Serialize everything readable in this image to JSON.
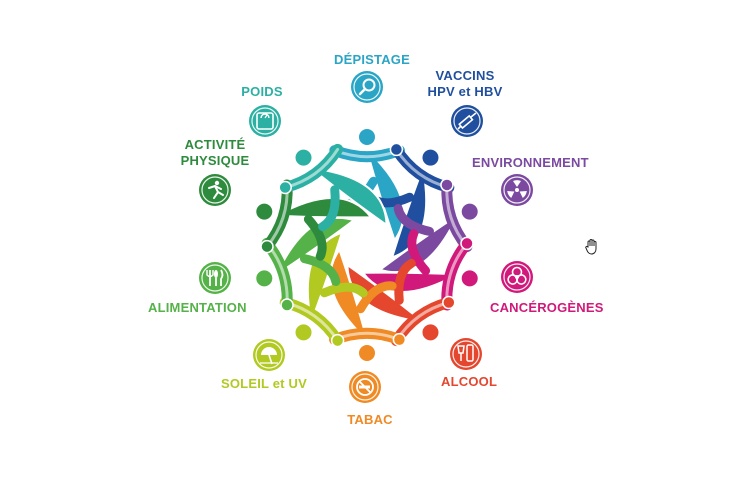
{
  "categories": [
    {
      "key": "depistage",
      "label": [
        "DÉPISTAGE"
      ],
      "color": "#2aa5c6",
      "icon": "magnifier-icon"
    },
    {
      "key": "vaccins",
      "label": [
        "VACCINS",
        "HPV et HBV"
      ],
      "color": "#1f4f9e",
      "icon": "syringe-icon"
    },
    {
      "key": "environnement",
      "label": [
        "ENVIRONNEMENT"
      ],
      "color": "#7b4aa0",
      "icon": "radiation-icon"
    },
    {
      "key": "cancerogenes",
      "label": [
        "CANCÉROGÈNES"
      ],
      "color": "#d0197a",
      "icon": "biohazard-icon"
    },
    {
      "key": "alcool",
      "label": [
        "ALCOOL"
      ],
      "color": "#e4462e",
      "icon": "wine-glass-icon"
    },
    {
      "key": "tabac",
      "label": [
        "TABAC"
      ],
      "color": "#f08a24",
      "icon": "no-smoking-icon"
    },
    {
      "key": "soleil",
      "label": [
        "SOLEIL et UV"
      ],
      "color": "#b2c922",
      "icon": "beach-umbrella-icon"
    },
    {
      "key": "alimentation",
      "label": [
        "ALIMENTATION"
      ],
      "color": "#55b248",
      "icon": "cutlery-icon"
    },
    {
      "key": "activite",
      "label": [
        "ACTIVITÉ",
        "PHYSIQUE"
      ],
      "color": "#2e8b3d",
      "icon": "running-person-icon"
    },
    {
      "key": "poids",
      "label": [
        "POIDS"
      ],
      "color": "#2bb0a3",
      "icon": "scale-icon"
    }
  ]
}
